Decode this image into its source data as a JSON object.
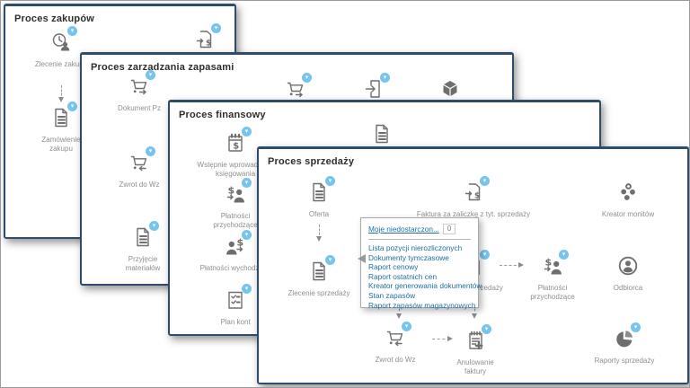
{
  "ui": {
    "badge_glyph": "▾"
  },
  "colors": {
    "accent_blue": "#76c4ee",
    "link_blue": "#1d6fa5",
    "window_border": "#2e4d6b",
    "label_grey": "#8f8f8f"
  },
  "windows": [
    {
      "title": "Proces zakupów",
      "items": {
        "zlecenie_zakupu": "Zlecenie zakupu",
        "zamowienie_zakupu": "Zamówienie zakupu"
      }
    },
    {
      "title": "Proces zarządzania zapasami",
      "items": {
        "dokument_pz": "Dokument Pz",
        "zwrot_do_wz": "Zwrot do Wz",
        "przyjecie_materialow": "Przyjęcie materiałów"
      }
    },
    {
      "title": "Proces finansowy",
      "items": {
        "wstepnie": "Wstępnie wprowadzone księgowania",
        "platnosci_przychodzace": "Płatności przychodzące",
        "platnosci_wychodzace": "Płatności wychodzące",
        "plan_kont": "Plan kont"
      }
    },
    {
      "title": "Proces sprzedaży",
      "items": {
        "oferta": "Oferta",
        "zlecenie_sprzedazy": "Zlecenie sprzedaży",
        "faktura_zaliczka": "Faktura za zaliczkę z tyt. sprzedaży",
        "kreator_monitow": "Kreator monitów",
        "faktura_sprzedazy": "Faktura sprzedaży",
        "platnosci_przychodzace": "Płatności przychodzące",
        "odbiorca": "Odbiorca",
        "zwrot_do_wz": "Zwrot do Wz",
        "anulowanie_faktury": "Anulowanie faktury",
        "raporty_sprzedazy": "Raporty sprzedaży"
      }
    }
  ],
  "menu": {
    "header_link": "Moje niedostarczon...",
    "count": "0",
    "links": [
      "Lista pozycji nierozliczonych",
      "Dokumenty tymczasowe",
      "Raport cenowy",
      "Raport ostatnich cen",
      "Kreator generowania dokumentów",
      "Stan zapasów",
      "Raport zapasów magazynowych"
    ]
  },
  "icons": {
    "zlecenie_zakupu": "clock-person-icon",
    "zamowienie_zakupu": "document-icon",
    "faktura_zakupu_top": "document-dollar-arrow-icon",
    "dokument_pz": "cart-arrow-right-icon",
    "zwrot_do_wz": "cart-arrow-left-icon",
    "przyjecie_materialow": "document-icon",
    "wydanie_top": "document-export-icon",
    "towar_top": "cube-icon",
    "wstepnie": "calendar-dollar-icon",
    "platnosci_przychodzace": "dollar-person-in-icon",
    "platnosci_wychodzace": "person-dollar-out-icon",
    "plan_kont": "checklist-icon",
    "oferta": "document-icon",
    "zlecenie_sprzedazy": "document-icon",
    "faktura_zaliczka": "document-dollar-arrow-icon",
    "kreator_monitow": "dots-cluster-icon",
    "faktura_sprzedazy": "document-dollar-icon",
    "odbiorca": "person-circle-icon",
    "anulowanie_faktury": "clipboard-plus-icon",
    "raporty_sprzedazy": "pie-chart-icon"
  }
}
